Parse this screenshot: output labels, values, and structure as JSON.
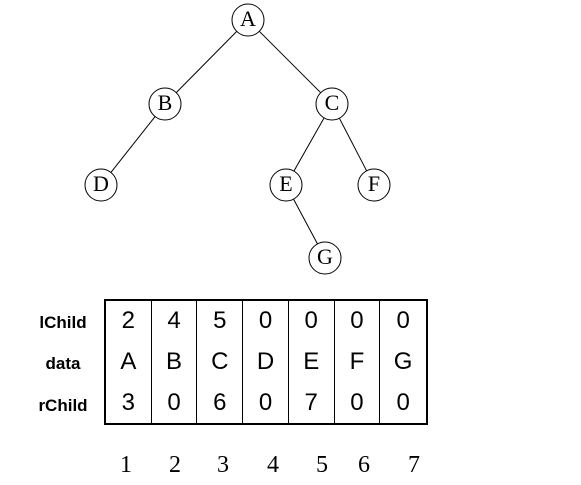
{
  "tree": {
    "nodes": [
      {
        "id": "A",
        "label": "A"
      },
      {
        "id": "B",
        "label": "B"
      },
      {
        "id": "C",
        "label": "C"
      },
      {
        "id": "D",
        "label": "D"
      },
      {
        "id": "E",
        "label": "E"
      },
      {
        "id": "F",
        "label": "F"
      },
      {
        "id": "G",
        "label": "G"
      }
    ],
    "edges": [
      [
        "A",
        "B"
      ],
      [
        "A",
        "C"
      ],
      [
        "B",
        "D"
      ],
      [
        "C",
        "E"
      ],
      [
        "C",
        "F"
      ],
      [
        "E",
        "G"
      ]
    ]
  },
  "table": {
    "row_labels": [
      "lChild",
      "data",
      "rChild"
    ],
    "rows": [
      [
        "2",
        "4",
        "5",
        "0",
        "0",
        "0",
        "0"
      ],
      [
        "A",
        "B",
        "C",
        "D",
        "E",
        "F",
        "G"
      ],
      [
        "3",
        "0",
        "6",
        "0",
        "7",
        "0",
        "0"
      ]
    ],
    "indices": [
      "1",
      "2",
      "3",
      "4",
      "5",
      "6",
      "7"
    ]
  }
}
